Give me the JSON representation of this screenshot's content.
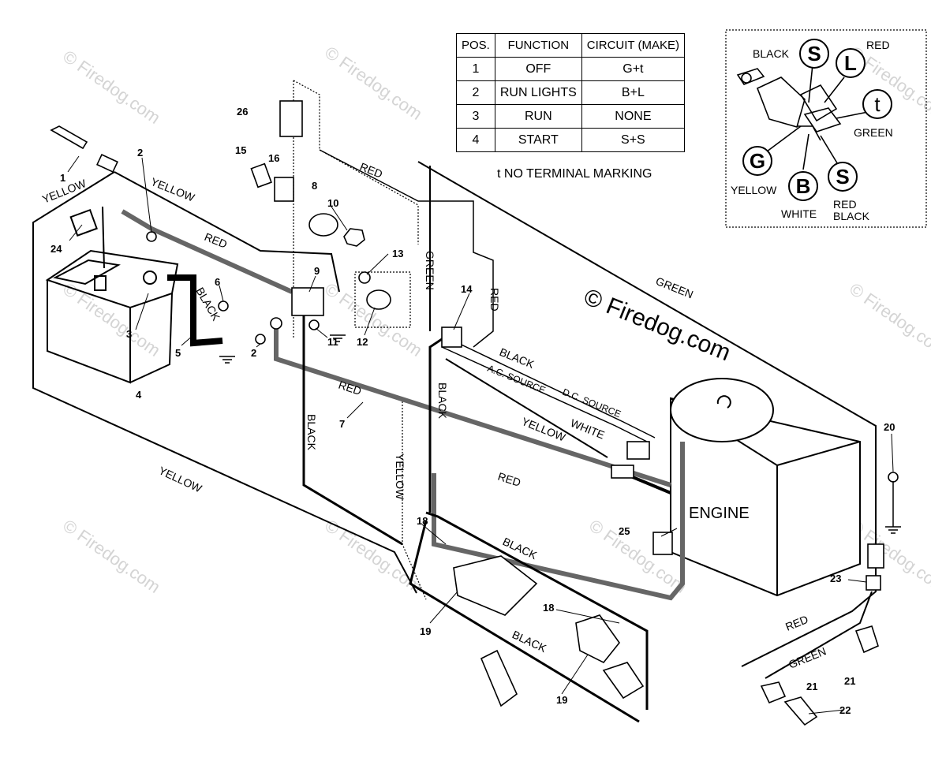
{
  "watermark": {
    "big": "© Firedog.com",
    "small": "© Firedog.com"
  },
  "switch_table": {
    "headers": [
      "POS.",
      "FUNCTION",
      "CIRCUIT  (MAKE)"
    ],
    "rows": [
      [
        "1",
        "OFF",
        "G+t"
      ],
      [
        "2",
        "RUN LIGHTS",
        "B+L"
      ],
      [
        "3",
        "RUN",
        "NONE"
      ],
      [
        "4",
        "START",
        "S+S"
      ]
    ],
    "note": "t  NO TERMINAL MARKING"
  },
  "ignition_switch": {
    "terminals": [
      "S",
      "L",
      "t",
      "G",
      "B",
      "S"
    ],
    "labels": {
      "black": "BLACK",
      "red": "RED",
      "green": "GREEN",
      "yellow": "YELLOW",
      "white": "WHITE",
      "red_black_1": "RED",
      "red_black_2": "BLACK"
    }
  },
  "wire_labels": {
    "yellow_a": "YELLOW",
    "yellow_b": "YELLOW",
    "yellow_c": "YELLOW",
    "yellow_d": "YELLOW",
    "yellow_e": "YELLOW",
    "red_a": "RED",
    "red_b": "RED",
    "red_c": "RED",
    "red_d": "RED",
    "red_e": "RED",
    "red_f": "RED",
    "green_a": "GREEN",
    "green_b": "GREEN",
    "green_c": "GREEN",
    "black_a": "BLACK",
    "black_b": "BLACK",
    "black_c": "BLACK",
    "black_d": "BLACK",
    "black_e": "BLACK",
    "black_f": "BLACK",
    "white": "WHITE",
    "ac_source": "A.C. SOURCE",
    "dc_source": "D.C. SOURCE",
    "engine": "ENGINE"
  },
  "callouts": [
    {
      "id": "c1",
      "text": "1"
    },
    {
      "id": "c2a",
      "text": "2"
    },
    {
      "id": "c2b",
      "text": "2"
    },
    {
      "id": "c3",
      "text": "3"
    },
    {
      "id": "c4",
      "text": "4"
    },
    {
      "id": "c5",
      "text": "5"
    },
    {
      "id": "c6",
      "text": "6"
    },
    {
      "id": "c7",
      "text": "7"
    },
    {
      "id": "c8",
      "text": "8"
    },
    {
      "id": "c9",
      "text": "9"
    },
    {
      "id": "c10",
      "text": "10"
    },
    {
      "id": "c11",
      "text": "11"
    },
    {
      "id": "c12",
      "text": "12"
    },
    {
      "id": "c13",
      "text": "13"
    },
    {
      "id": "c14",
      "text": "14"
    },
    {
      "id": "c15",
      "text": "15"
    },
    {
      "id": "c16",
      "text": "16"
    },
    {
      "id": "c18a",
      "text": "18"
    },
    {
      "id": "c18b",
      "text": "18"
    },
    {
      "id": "c19a",
      "text": "19"
    },
    {
      "id": "c19b",
      "text": "19"
    },
    {
      "id": "c20",
      "text": "20"
    },
    {
      "id": "c21a",
      "text": "21"
    },
    {
      "id": "c21b",
      "text": "21"
    },
    {
      "id": "c22",
      "text": "22"
    },
    {
      "id": "c23",
      "text": "23"
    },
    {
      "id": "c24",
      "text": "24"
    },
    {
      "id": "c25",
      "text": "25"
    },
    {
      "id": "c26",
      "text": "26"
    }
  ]
}
